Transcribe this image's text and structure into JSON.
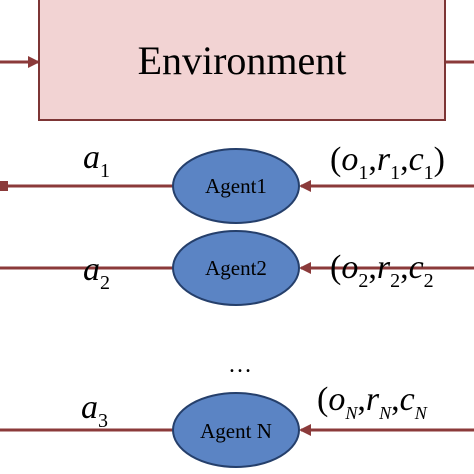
{
  "diagram": {
    "environment_label": "Environment",
    "ellipsis": "…",
    "agents": [
      {
        "label": "Agent1",
        "action": {
          "base": "a",
          "sub": "1"
        },
        "observation": {
          "o_sub": "1",
          "r_sub": "1",
          "c_prefix": "c",
          "c_sub": "1",
          "close": ")"
        }
      },
      {
        "label": "Agent2",
        "action": {
          "base": "a",
          "sub": "2"
        },
        "observation": {
          "o_sub": "2",
          "r_sub": "2",
          "c_prefix": "c",
          "c_sub": "2",
          "close": ""
        }
      },
      {
        "label": "Agent N",
        "action": {
          "base": "a",
          "sub": "3"
        },
        "observation": {
          "o_sub": "N",
          "r_sub": "N",
          "c_prefix": "c",
          "c_sub": "N",
          "close": ""
        }
      }
    ]
  },
  "colors": {
    "environment_fill": "#f2d3d3",
    "environment_stroke": "#7d3535",
    "agent_fill": "#5b84c4",
    "agent_stroke": "#253f6b",
    "edge": "#8b3a3a"
  }
}
